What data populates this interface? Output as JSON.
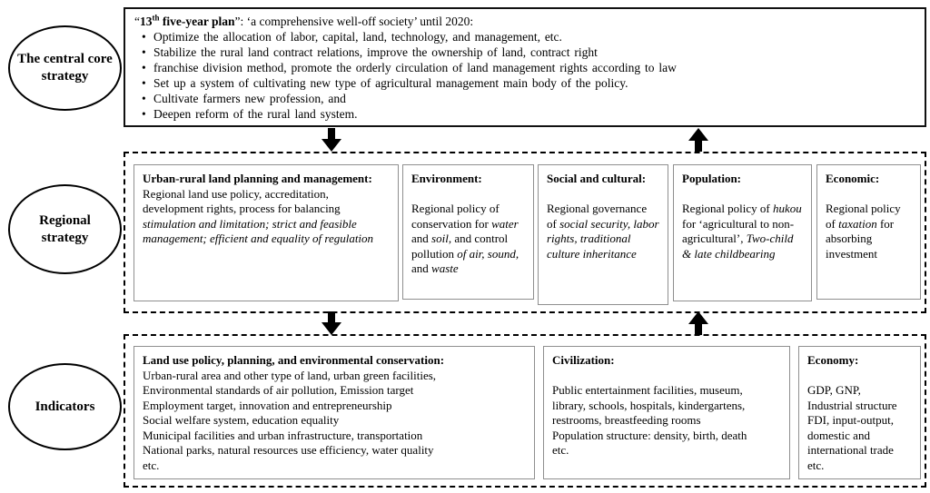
{
  "colors": {
    "ink": "#000000",
    "inner-border": "#8f8f8f",
    "outer-border": "#111111",
    "bg": "#ffffff"
  },
  "levels": [
    {
      "label": "The central core strategy"
    },
    {
      "label": "Regional strategy"
    },
    {
      "label": "Indicators"
    }
  ],
  "central_box": {
    "title": {
      "open_quote": "“",
      "num": "13",
      "sup": "th",
      "bold_rest": " five-year plan",
      "after": "”: ‘a comprehensive  well-off  society’ until 2020:"
    },
    "bullet_char": "•",
    "bullets": [
      "Optimize the allocation  of labor,  capital,  land,  technology,  and  management,  etc.",
      "Stabilize the rural  land contract  relations,  improve the ownership  of land,  contract  right",
      "franchise  division  method,  promote  the orderly  circulation  of land management  rights  according  to law",
      "Set up a system  of cultivating  new type  of agricultural  management  main body of the policy.",
      "Cultivate  farmers  new profession,  and",
      "Deepen  reform  of the rural  land system."
    ]
  },
  "regional": {
    "urban": {
      "title": "Urban-rural land planning and management:",
      "p1": "Regional land use policy, accreditation, development rights, process for balancing ",
      "i1": "stimulation and limitation; strict and feasible management; efficient and equality of regulation"
    },
    "environment": {
      "title": "Environment:",
      "p1": "Regional policy of conservation for ",
      "i1": "water",
      "p2": " and ",
      "i2": "soil",
      "p3": ", and control pollution ",
      "i3": "of air, sound,",
      "p4": " and ",
      "i4": "waste"
    },
    "social": {
      "title": "Social and cultural:",
      "p1": "Regional governance of ",
      "i1": "social security, labor rights, traditional culture inheritance"
    },
    "population": {
      "title": "Population:",
      "p1": "Regional policy of ",
      "i1": "hukou",
      "p2": " for ‘agricultural to non-agricultural’, ",
      "i2": "Two-child & late childbearing"
    },
    "economic": {
      "title": "Economic:",
      "p1": "Regional policy of ",
      "i1": "taxation",
      "p2": " for absorbing investment"
    }
  },
  "indicators": {
    "land": {
      "title": "Land use policy, planning, and environmental conservation:",
      "lines": [
        "Urban-rural area and other type of land, urban green facilities,",
        "Environmental standards of air pollution, Emission target",
        "Employment target, innovation and entrepreneurship",
        "Social welfare system, education equality",
        "Municipal facilities and urban infrastructure, transportation",
        "National parks, natural resources use efficiency, water quality",
        "etc."
      ]
    },
    "civilization": {
      "title": "Civilization:",
      "lines": [
        "Public entertainment facilities, museum,",
        "library, schools, hospitals, kindergartens,",
        "restrooms, breastfeeding rooms",
        "Population structure: density, birth, death",
        "etc."
      ]
    },
    "economy": {
      "title": "Economy:",
      "lines": [
        "GDP, GNP,",
        "Industrial structure",
        "FDI, input-output,",
        "domestic and",
        "international trade",
        "etc."
      ]
    }
  }
}
